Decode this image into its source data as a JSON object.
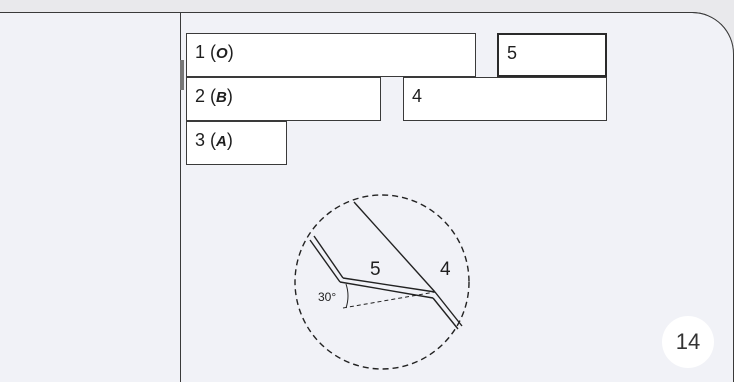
{
  "boxes": {
    "b1": {
      "num": "1",
      "tag": "O"
    },
    "b2": {
      "num": "2",
      "tag": "B"
    },
    "b3": {
      "num": "3",
      "tag": "A"
    },
    "b4": {
      "label": "4"
    },
    "b5": {
      "label": "5"
    }
  },
  "diagram": {
    "label_5": "5",
    "label_4": "4",
    "angle": "30°"
  },
  "page_number": "14"
}
